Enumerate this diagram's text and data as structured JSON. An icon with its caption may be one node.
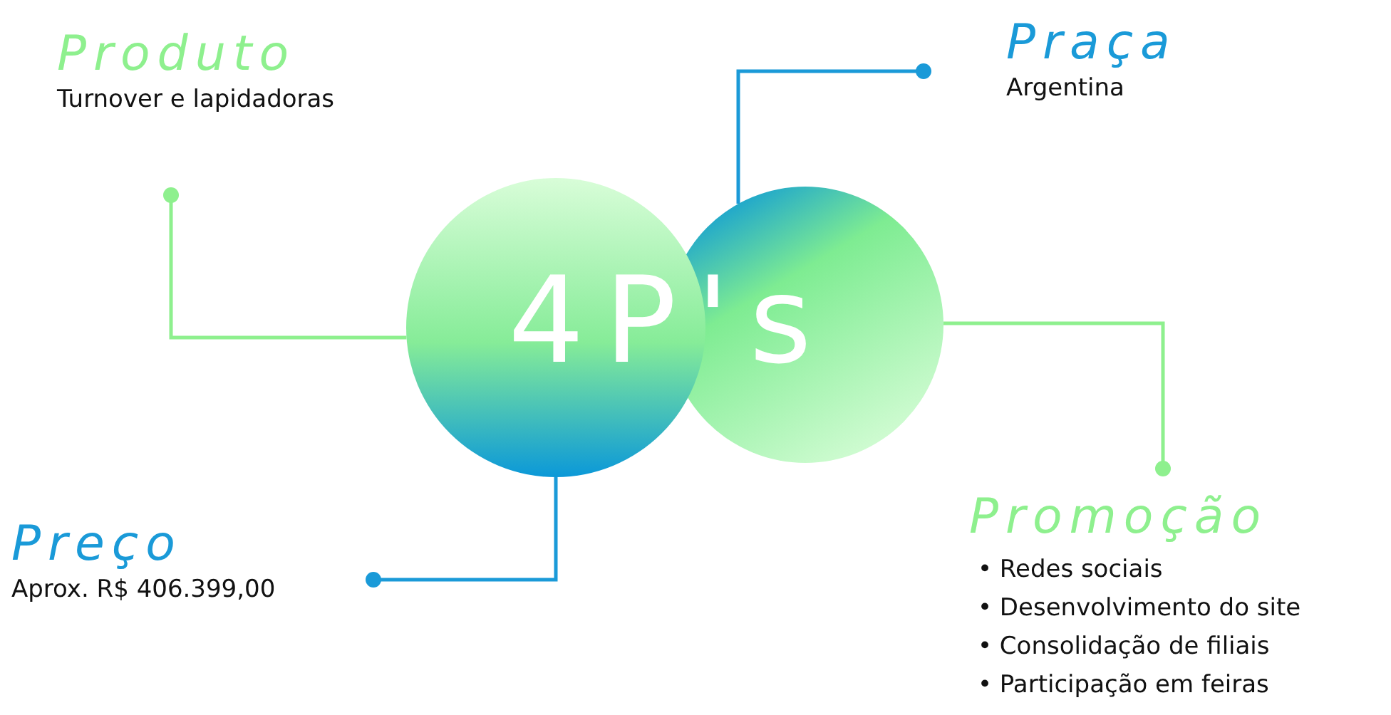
{
  "diagram": {
    "nodes": [
      {
        "text": [],
        "shape": "circle"
      },
      {
        "text": [],
        "shape": "circle"
      },
      {
        "text": [
          "Produto",
          "Turnover e lapidadoras"
        ]
      },
      {
        "text": [
          "Praça",
          "Argentina"
        ]
      },
      {
        "text": [
          "Promoção",
          "• Redes sociais",
          "• Desenvolvimento do site",
          "• Consolidação de filiais",
          "• Participação em feiras"
        ]
      },
      {
        "text": [
          "Preço",
          "Aprox. R$ 406.399,00"
        ]
      }
    ],
    "edges": [
      {
        "from": 0,
        "to": 2,
        "arrow": "other"
      },
      {
        "from": 1,
        "to": 3,
        "arrow": "other",
        "color": "#1a9ad8"
      },
      {
        "from": 1,
        "to": 4,
        "arrow": "other"
      },
      {
        "from": 0,
        "to": 5,
        "arrow": "other",
        "color": "#1a9ad8"
      }
    ],
    "labels": [
      "4P's"
    ]
  }
}
